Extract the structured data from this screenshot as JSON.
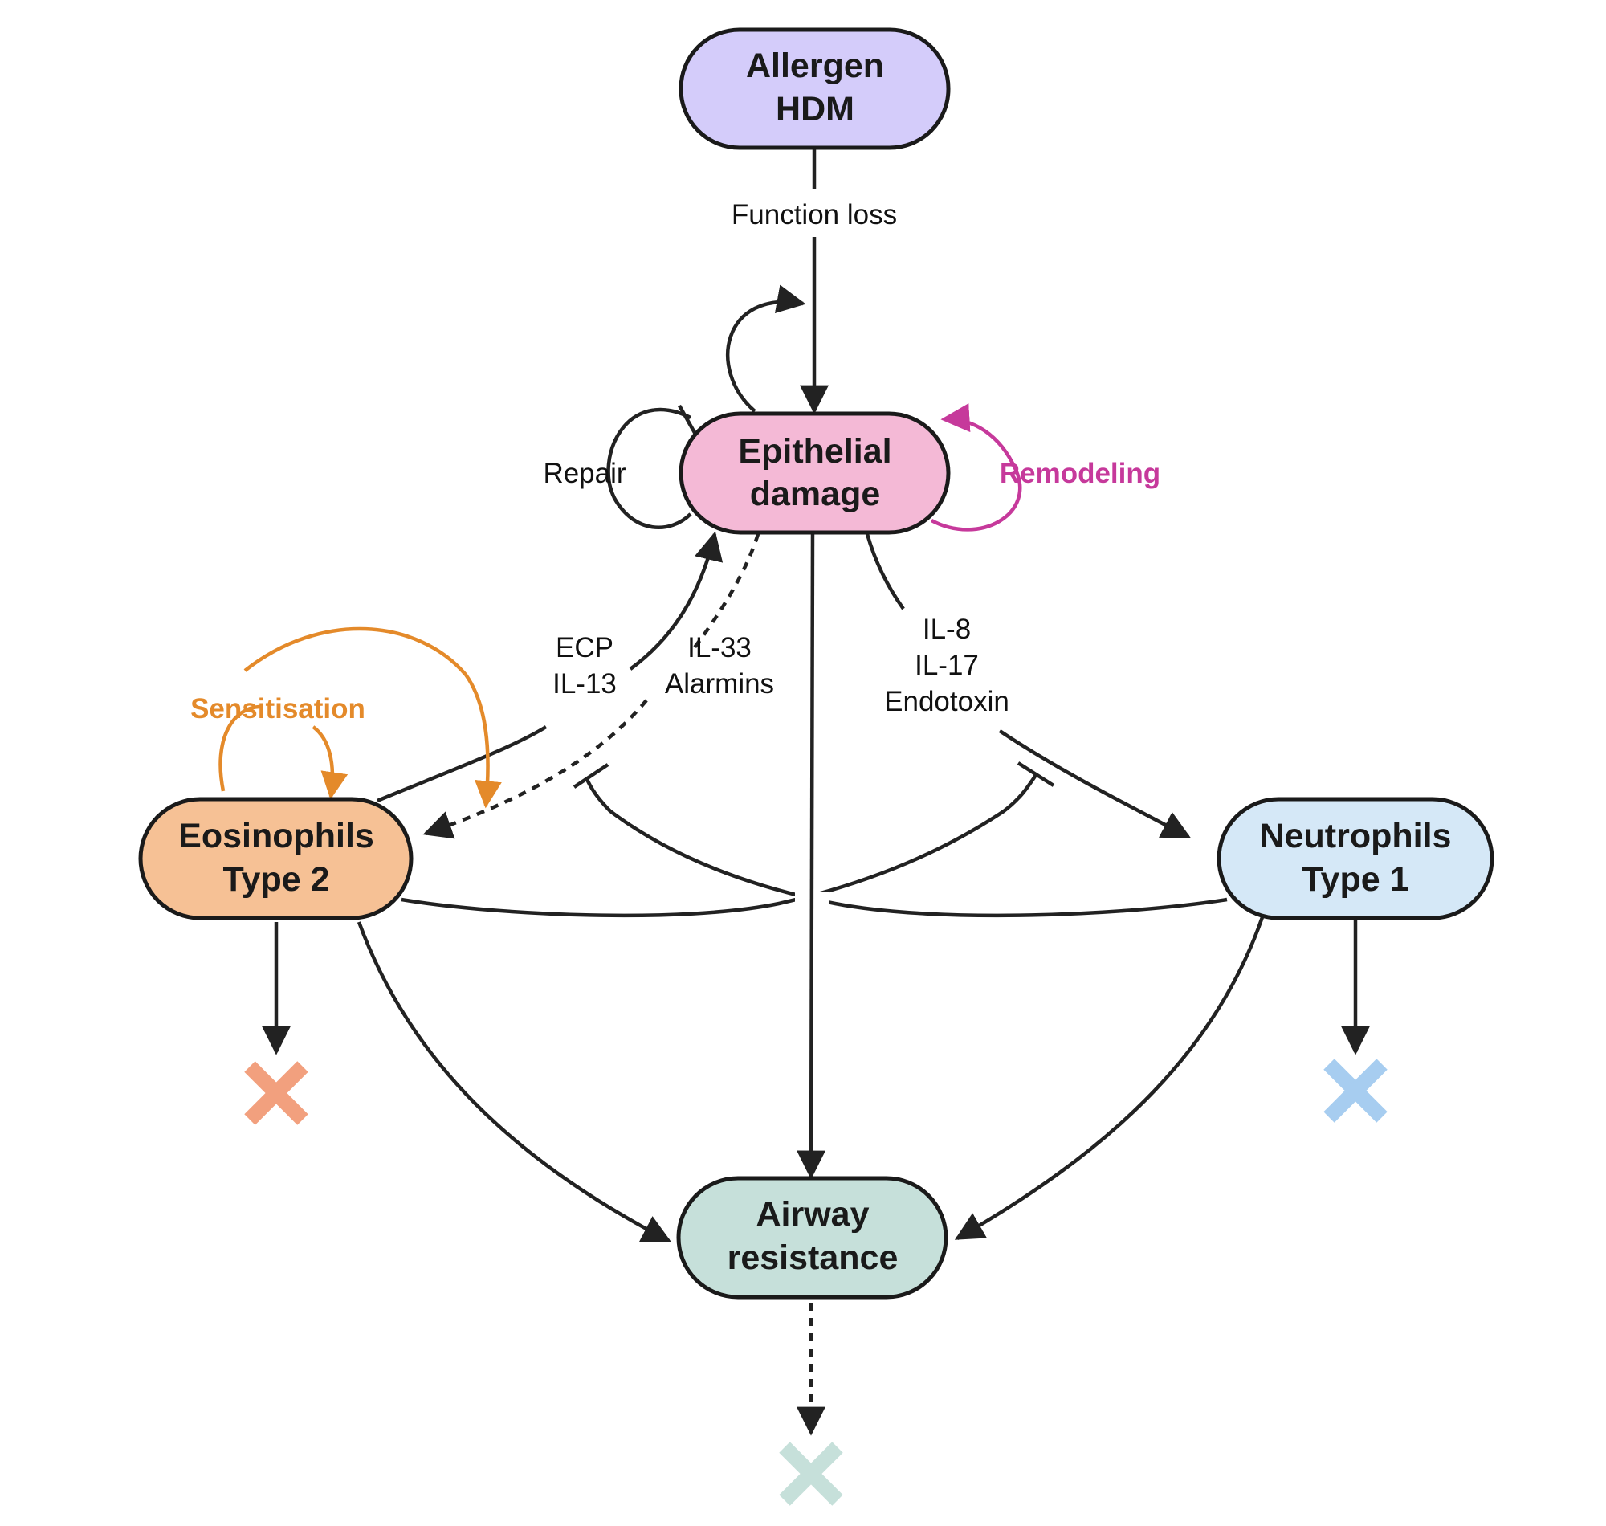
{
  "nodes": {
    "allergen": {
      "line1": "Allergen",
      "line2": "HDM",
      "fill": "#d4ccfa"
    },
    "epithelial": {
      "line1": "Epithelial",
      "line2": "damage",
      "fill": "#f4b9d6"
    },
    "eosinophils": {
      "line1": "Eosinophils",
      "line2": "Type 2",
      "fill": "#f6c195"
    },
    "neutrophils": {
      "line1": "Neutrophils",
      "line2": "Type 1",
      "fill": "#d5e8f7"
    },
    "airway": {
      "line1": "Airway",
      "line2": "resistance",
      "fill": "#c6e0da"
    }
  },
  "labels": {
    "function_loss": "Function loss",
    "repair": "Repair",
    "remodeling": "Remodeling",
    "sensitisation": "Sensitisation",
    "ecp": "ECP",
    "il13": "IL-13",
    "il33": "IL-33",
    "alarmins": "Alarmins",
    "il8": "IL-8",
    "il17": "IL-17",
    "endotoxin": "Endotoxin"
  },
  "colors": {
    "edge": "#222222",
    "remodeling": "#c6399b",
    "sensitisation": "#e48a2a",
    "eos_cross": "#f2a07e",
    "neu_cross": "#a7cdf0",
    "airway_cross": "#c6e0da"
  },
  "icons": {
    "eosinophil_outcome": "cross-icon",
    "neutrophil_outcome": "cross-icon",
    "airway_outcome": "cross-icon"
  }
}
